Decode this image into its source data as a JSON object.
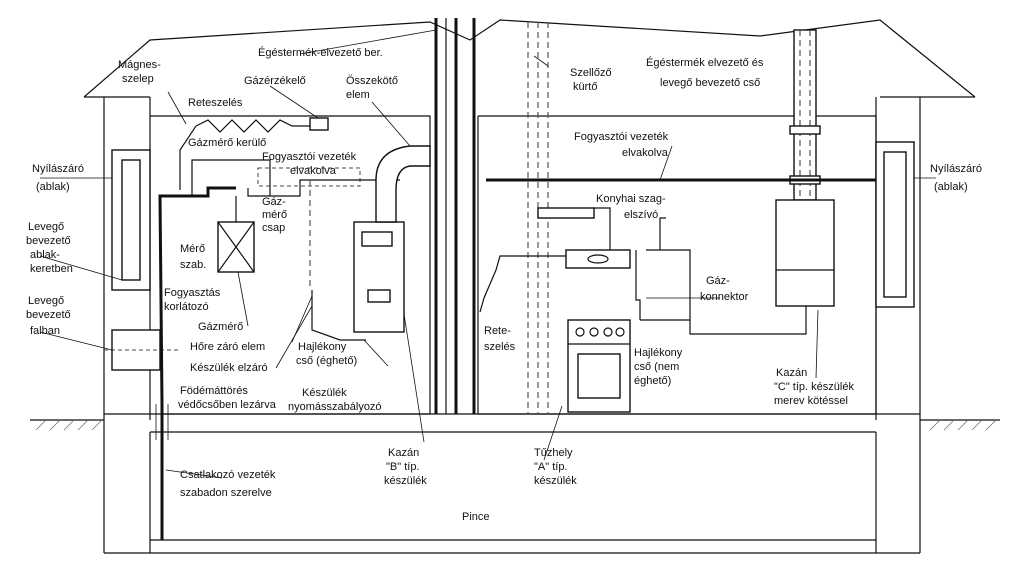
{
  "labels": {
    "exhaust_duct": "Égéstermék-elvezető ber.",
    "vent_flue_1": "Szellőző",
    "vent_flue_2": "kürtő",
    "combo_duct_1": "Égéstermék elvezető és",
    "combo_duct_2": "levegő bevezető cső",
    "magnet_valve_1": "Mágnes-",
    "magnet_valve_2": "szelep",
    "gas_detector": "Gázérzékelő",
    "connector_1": "Összekötő",
    "connector_2": "elem",
    "latching_1": "Reteszelés",
    "meter_bypass": "Gázmérő kerülő",
    "consumer_pipe_left_1": "Fogyasztói vezeték",
    "consumer_pipe_left_2": "elvakolva",
    "meter_valve_1": "Gáz-",
    "meter_valve_2": "mérő",
    "meter_valve_3": "csap",
    "meter_reg_1": "Mérő",
    "meter_reg_2": "szab.",
    "window_left_1": "Nyílászáró",
    "window_left_2": "(ablak)",
    "air_frame_1": "Levegő",
    "air_frame_2": "bevezető",
    "air_frame_3": "ablak-",
    "air_frame_4": "keretben",
    "consumption_limiter_1": "Fogyasztás",
    "consumption_limiter_2": "korlátozó",
    "air_wall_1": "Levegő",
    "air_wall_2": "bevezető",
    "air_wall_3": "falban",
    "gas_meter": "Gázmérő",
    "heat_closing": "Hőre záró elem",
    "device_shutoff": "Készülék elzáró",
    "flex_hose_left_1": "Hajlékony",
    "flex_hose_left_2": "cső (éghető)",
    "slab_1": "Födémáttörés",
    "slab_2": "védőcsőben lezárva",
    "device_regulator_1": "Készülék",
    "device_regulator_2": "nyomásszabályozó",
    "supply_pipe_1": "Csatlakozó vezeték",
    "supply_pipe_2": "szabadon szerelve",
    "boiler_b_1": "Kazán",
    "boiler_b_2": "\"B\" típ.",
    "boiler_b_3": "készülék",
    "consumer_pipe_right_1": "Fogyasztói vezeték",
    "consumer_pipe_right_2": "elvakolva",
    "hood_1": "Konyhai szag-",
    "hood_2": "elszívó",
    "gas_connector_1": "Gáz-",
    "gas_connector_2": "konnektor",
    "latching_2_1": "Rete-",
    "latching_2_2": "szelés",
    "flex_hose_right_1": "Hajlékony",
    "flex_hose_right_2": "cső (nem",
    "flex_hose_right_3": "éghető)",
    "window_right_1": "Nyílászáró",
    "window_right_2": "(ablak)",
    "boiler_c_1": "Kazán",
    "boiler_c_2": "\"C\" típ. készülék",
    "boiler_c_3": "merev kötéssel",
    "stove_1": "Tűzhely",
    "stove_2": "\"A\" típ.",
    "stove_3": "készülék",
    "basement": "Pince"
  }
}
